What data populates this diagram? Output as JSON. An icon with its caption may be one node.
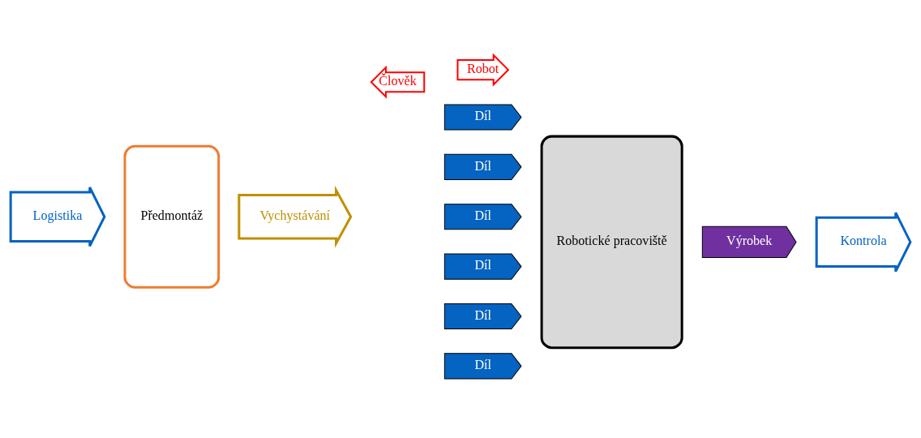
{
  "diagram": {
    "nodes": [
      {
        "text": [
          "Člověk"
        ]
      },
      {
        "text": [
          "Robot"
        ]
      },
      {
        "text": [
          "Logistika"
        ]
      },
      {
        "text": [
          "Předmontáž"
        ]
      },
      {
        "text": [
          "Vychystávání"
        ]
      },
      {
        "text": [
          "Díl"
        ]
      },
      {
        "text": [
          "Díl"
        ]
      },
      {
        "text": [
          "Díl"
        ]
      },
      {
        "text": [
          "Díl"
        ]
      },
      {
        "text": [
          "Robotické pracoviště"
        ]
      },
      {
        "text": [
          "Výrobek"
        ]
      },
      {
        "text": [
          "Kontrola"
        ]
      },
      {
        "text": [
          "Díl"
        ]
      },
      {
        "text": [
          "Díl"
        ]
      }
    ]
  }
}
